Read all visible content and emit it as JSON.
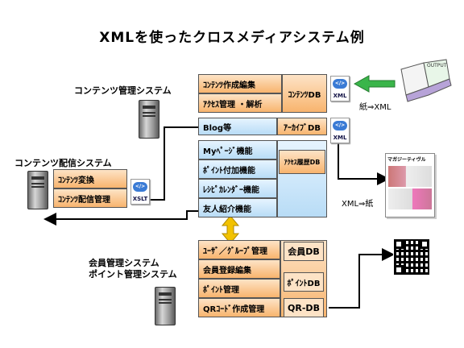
{
  "title": "XMLを使ったクロスメディアシステム例",
  "systems": {
    "content_mgmt": "コンテンツ管理システム",
    "content_delivery": "コンテンツ配信システム",
    "member_mgmt": "会員管理システム",
    "point_mgmt": "ポイント管理システム"
  },
  "content_mgmt_cells": [
    "ｺﾝﾃﾝﾂ作成編集",
    "ｱｸｾｽ管理 ・解析"
  ],
  "content_db": "ｺﾝﾃﾝﾂDB",
  "blog_row": "Blog等",
  "archive_db": "ｱｰｶｲﾌﾞDB",
  "delivery_cells": [
    "ｺﾝﾃﾝﾂ変換",
    "ｺﾝﾃﾝﾂ配信管理"
  ],
  "function_cells": [
    "Myﾍﾟｰｼﾞ機能",
    "ﾎﾟｲﾝﾄ付加機能",
    "ﾚｼﾋﾟｶﾚﾝﾀﾞｰ機能",
    "友人紹介機能"
  ],
  "access_history_db": "ｱｸｾｽ履歴DB",
  "member_cells": [
    "ﾕｰｻﾞ／ｸﾞﾙｰﾌﾟ管理",
    "会員登録編集",
    "ﾎﾟｲﾝﾄ管理",
    "QRｺｰﾄﾞ作成管理"
  ],
  "member_dbs": [
    "会員DB",
    "ﾎﾟｲﾝﾄDB",
    "QR-DB"
  ],
  "icons": {
    "xml_1": "XML",
    "xml_2": "XML",
    "xslt": "XSLT",
    "output_book": "OUTPUT",
    "magazine_title": "マガジーティヴル"
  },
  "flows": {
    "paper_to_xml": "紙⇒XML",
    "xml_to_paper": "XML⇒紙"
  },
  "colors": {
    "orange_fill": "#f8b46e",
    "blue_fill": "#b8dcf6",
    "green_arrow": "#3ab54a",
    "yellow_arrow": "#f2c200"
  }
}
